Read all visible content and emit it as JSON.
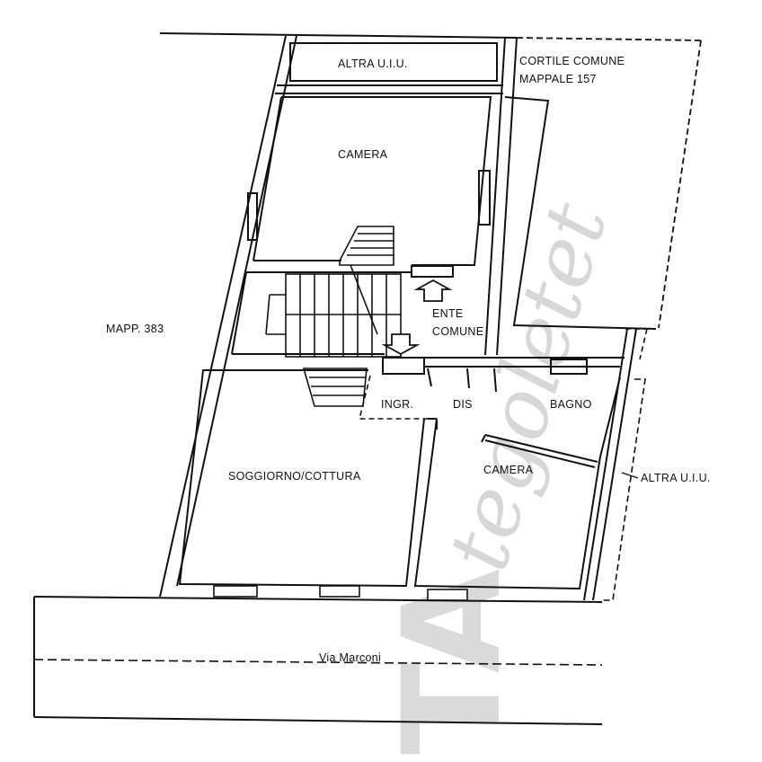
{
  "watermark": {
    "script_text": "tegoletet",
    "block_text": "TA",
    "color": "#d7d7d7"
  },
  "rooms": {
    "altra_uiu_top": "ALTRA U.I.U.",
    "cortile_line1": "CORTILE COMUNE",
    "cortile_line2": "MAPPALE 157",
    "camera_top": "CAMERA",
    "ente_line1": "ENTE",
    "ente_line2": "COMUNE",
    "mapp_383": "MAPP. 383",
    "ingr": "INGR.",
    "dis": "DIS",
    "bagno": "BAGNO",
    "soggiorno": "SOGGIORNO/COTTURA",
    "camera_bottom": "CAMERA",
    "altra_uiu_right": "ALTRA U.I.U."
  },
  "street": {
    "name": "Via Marconi"
  },
  "colors": {
    "ink": "#111111",
    "paper": "#ffffff"
  }
}
